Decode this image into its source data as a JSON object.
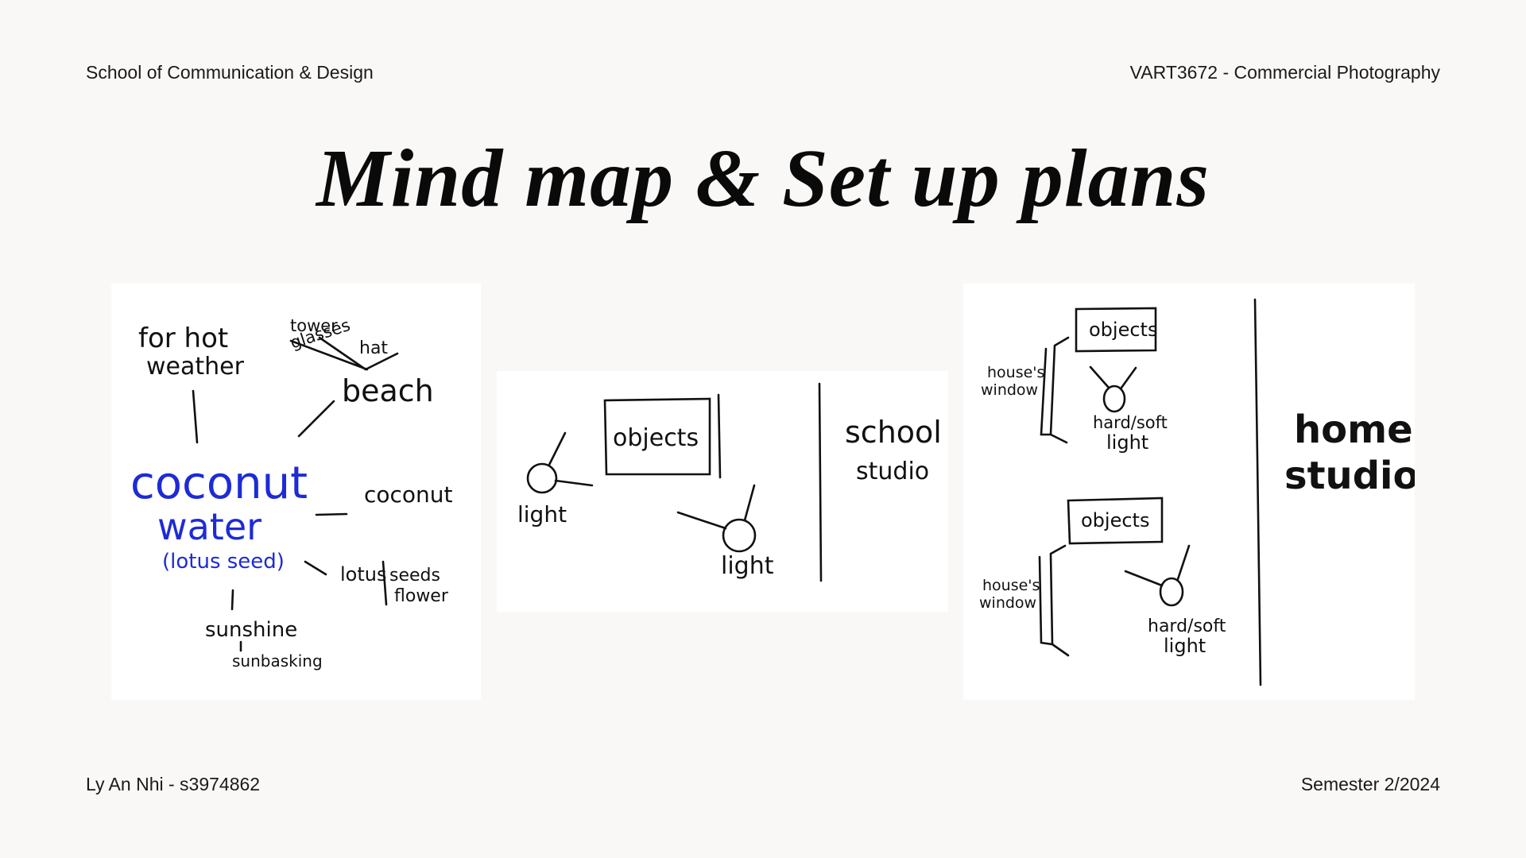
{
  "header": {
    "left": "School of Communication & Design",
    "right": "VART3672 - Commercial Photography"
  },
  "title": "Mind map & Set up plans",
  "footer": {
    "left": "Ly An Nhi - s3974862",
    "right": "Semester 2/2024"
  },
  "mindmap": {
    "center_line1": "coconut",
    "center_line2": "water",
    "center_sub": "(lotus seed)",
    "branch_hot_line1": "for hot",
    "branch_hot_line2": "weather",
    "branch_beach": "beach",
    "beach_glasses": "glasses",
    "beach_tower": "tower",
    "beach_hat": "hat",
    "branch_coconut": "coconut",
    "branch_lotus": "lotus",
    "lotus_seeds": "seeds",
    "lotus_flower": "flower",
    "branch_sunshine": "sunshine",
    "sunshine_sunbasking": "sunbasking"
  },
  "school_plan": {
    "objects": "objects",
    "light_left": "light",
    "light_right": "light",
    "location_line1": "school",
    "location_line2": "studio"
  },
  "home_plan": {
    "objects_top": "objects",
    "window_top_line1": "house's",
    "window_top_line2": "window",
    "light_top_line1": "hard/soft",
    "light_top_line2": "light",
    "objects_bottom": "objects",
    "window_bottom_line1": "house's",
    "window_bottom_line2": "window",
    "light_bottom_line1": "hard/soft",
    "light_bottom_line2": "light",
    "location_line1": "home",
    "location_line2": "studio"
  },
  "colors": {
    "background": "#f9f8f6",
    "panel": "#ffffff",
    "ink": "#111111",
    "blue_ink": "#1d2bd6"
  }
}
